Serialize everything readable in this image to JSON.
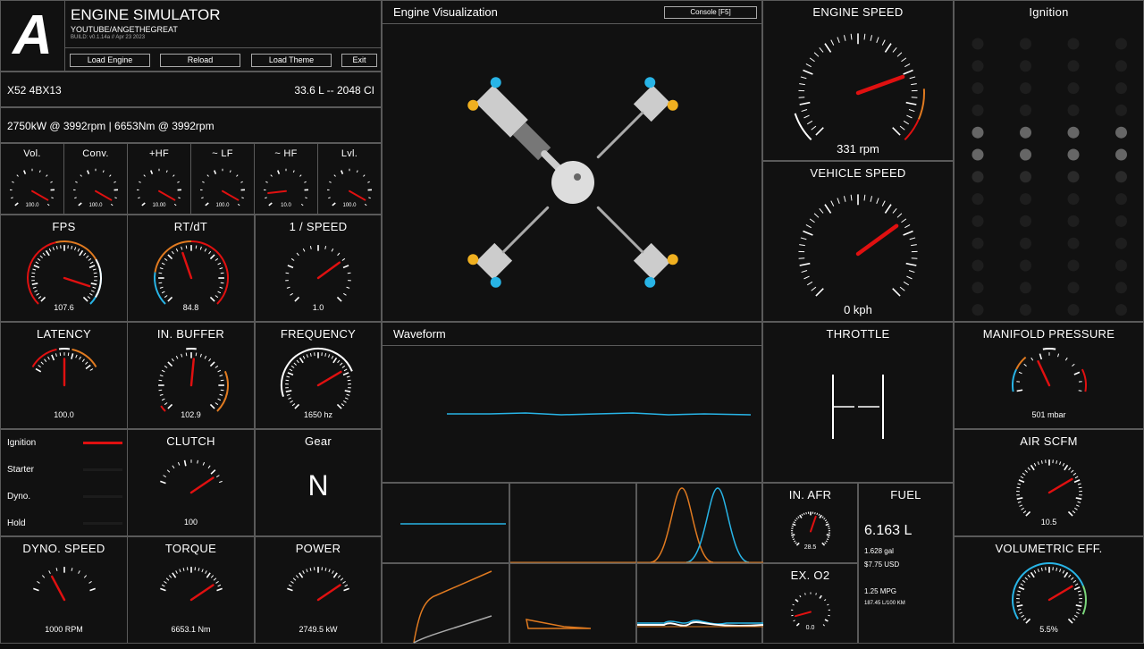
{
  "header": {
    "logo": "A",
    "title": "ENGINE SIMULATOR",
    "subtitle": "YOUTUBE/ANGETHEGREAT",
    "build": "BUILD: v0.1.14a // Apr 23 2023",
    "buttons": {
      "load_engine": "Load Engine",
      "reload": "Reload",
      "load_theme": "Load Theme",
      "exit": "Exit"
    }
  },
  "engine": {
    "name": "X52 4BX13",
    "displacement": "33.6 L -- 2048 CI",
    "peak": "2750kW @ 3992rpm | 6653Nm @ 3992rpm"
  },
  "gauges": {
    "vol": {
      "label": "Vol.",
      "value": "100.0",
      "needle": 0.96
    },
    "conv": {
      "label": "Conv.",
      "value": "100.0",
      "needle": 0.96
    },
    "phf": {
      "label": "+HF",
      "value": "10.00",
      "needle": 0.96
    },
    "lf": {
      "label": "~ LF",
      "value": "100.0",
      "needle": 0.96
    },
    "hf": {
      "label": "~ HF",
      "value": "10.0",
      "needle": 0.13
    },
    "lvl": {
      "label": "Lvl.",
      "value": "100.0",
      "needle": 0.96
    },
    "fps": {
      "label": "FPS",
      "value": "107.6",
      "needle": 0.9
    },
    "rtdt": {
      "label": "RT/dT",
      "value": "84.8",
      "needle": 0.43
    },
    "speed_inv": {
      "label": "1 / SPEED",
      "value": "1.0",
      "needle": 0.7
    },
    "latency": {
      "label": "LATENCY",
      "value": "100.0",
      "needle": 0.5
    },
    "in_buffer": {
      "label": "IN. BUFFER",
      "value": "102.9",
      "needle": 0.52
    },
    "frequency": {
      "label": "FREQUENCY",
      "value": "1650 hz",
      "needle": 0.72
    },
    "clutch": {
      "label": "CLUTCH",
      "value": "100",
      "needle": 0.9
    },
    "dyno_speed": {
      "label": "DYNO. SPEED",
      "value": "1000 RPM",
      "needle": 0.3
    },
    "torque": {
      "label": "TORQUE",
      "value": "6653.1 Nm",
      "needle": 0.9
    },
    "power": {
      "label": "POWER",
      "value": "2749.5 kW",
      "needle": 0.9
    },
    "engine_speed": {
      "label": "ENGINE SPEED",
      "value": "331 rpm",
      "needle": 0.76
    },
    "vehicle_speed": {
      "label": "VEHICLE SPEED",
      "value": "0 kph",
      "needle": 0.7
    },
    "manifold": {
      "label": "MANIFOLD PRESSURE",
      "value": "501 mbar",
      "needle": 0.375
    },
    "air_scfm": {
      "label": "AIR SCFM",
      "value": "10.5",
      "needle": 0.72
    },
    "vol_eff": {
      "label": "VOLUMETRIC EFF.",
      "value": "5.5%",
      "needle": 0.72
    },
    "in_afr": {
      "label": "IN. AFR",
      "value": "28.5",
      "needle": 0.57
    },
    "ex_o2": {
      "label": "EX. O2",
      "value": "0.0",
      "needle": 0.11
    }
  },
  "switches": {
    "ignition": "Ignition",
    "starter": "Starter",
    "dyno": "Dyno.",
    "hold": "Hold"
  },
  "gear": {
    "label": "Gear",
    "value": "N"
  },
  "panels": {
    "engine_viz": "Engine Visualization",
    "console": "Console [F5]",
    "waveform": "Waveform",
    "throttle": "THROTTLE",
    "ignition": "Ignition"
  },
  "fuel": {
    "label": "FUEL",
    "liters": "6.163 L",
    "gallons": "1.628 gal",
    "cost": "$7.75 USD",
    "mpg": "1.25 MPG",
    "l100": "187.45 L/100 KM"
  },
  "colors": {
    "red": "#e01010",
    "orange": "#e07a20",
    "blue": "#28b4e6",
    "green": "#7bd67b"
  }
}
